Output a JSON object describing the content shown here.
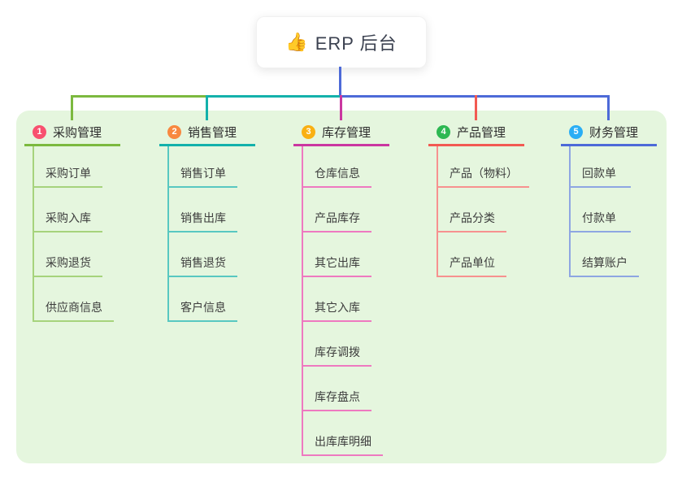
{
  "root": {
    "icon": "👍",
    "title": "ERP 后台"
  },
  "colors": {
    "panel_bg": "#e5f6de",
    "root_connector": "#4d6ad8"
  },
  "branches": [
    {
      "num": "1",
      "label": "采购管理",
      "line_color": "#7cb93f",
      "child_line_color": "#a6d37c",
      "badge_color": "#f8516f",
      "children": [
        "采购订单",
        "采购入库",
        "采购退货",
        "供应商信息"
      ]
    },
    {
      "num": "2",
      "label": "销售管理",
      "line_color": "#13b1ab",
      "child_line_color": "#58c8c1",
      "badge_color": "#f8883f",
      "children": [
        "销售订单",
        "销售出库",
        "销售退货",
        "客户信息"
      ]
    },
    {
      "num": "3",
      "label": "库存管理",
      "line_color": "#ca37a0",
      "child_line_color": "#ee79c0",
      "badge_color": "#f9b013",
      "children": [
        "仓库信息",
        "产品库存",
        "其它出库",
        "其它入库",
        "库存调拨",
        "库存盘点",
        "出库库明细"
      ]
    },
    {
      "num": "4",
      "label": "产品管理",
      "line_color": "#f25a52",
      "child_line_color": "#f7918f",
      "badge_color": "#2db852",
      "children": [
        "产品（物料）",
        "产品分类",
        "产品单位"
      ]
    },
    {
      "num": "5",
      "label": "财务管理",
      "line_color": "#4d6ad8",
      "child_line_color": "#8ea6e2",
      "badge_color": "#2aaef5",
      "children": [
        "回款单",
        "付款单",
        "结算账户"
      ]
    }
  ]
}
